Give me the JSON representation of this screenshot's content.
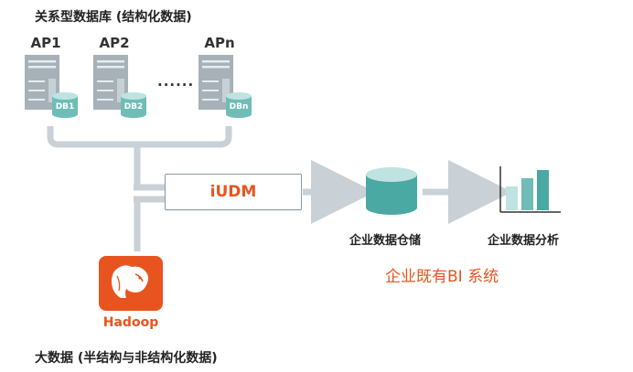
{
  "top_title": "关系型数据库 (结构化数据)",
  "servers": [
    {
      "ap": "AP1",
      "db": "DB1"
    },
    {
      "ap": "AP2",
      "db": "DB2"
    },
    {
      "ap": "APn",
      "db": "DBn"
    }
  ],
  "ellipsis": "......",
  "center_box": "iUDM",
  "warehouse_label": "企业数据仓储",
  "analysis_label": "企业数据分析",
  "bi_label": "企业既有BI 系统",
  "hadoop_label": "Hadoop",
  "bottom_title": "大数据 (半结构与非结构化数据)",
  "colors": {
    "accent_orange": "#e8541f",
    "connector_gray": "#c9d1d6",
    "teal_light": "#bfe3e0",
    "teal_dark": "#4aa9a2"
  },
  "icons": [
    "server-icon",
    "database-icon",
    "bar-chart-icon",
    "hadoop-elephant-icon",
    "arrow-right-icon"
  ]
}
